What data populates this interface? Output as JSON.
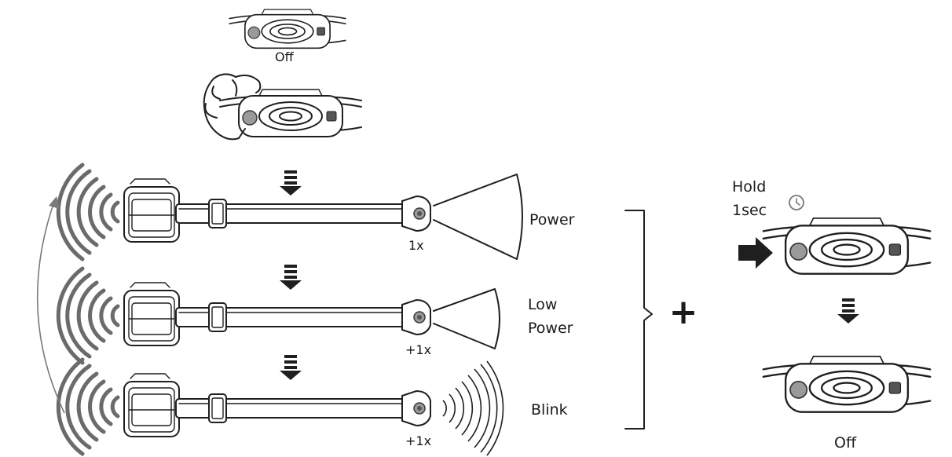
{
  "labels": {
    "off_top": "Off",
    "mode_power": "Power",
    "mode_low_line1": "Low",
    "mode_low_line2": "Power",
    "mode_blink": "Blink",
    "press_1x": "1x",
    "press_plus1x_a": "+1x",
    "press_plus1x_b": "+1x",
    "hold_line1": "Hold",
    "hold_line2": "1sec",
    "plus_sign": "+",
    "off_bottom": "Off"
  },
  "icons": {
    "clock": "clock-icon",
    "arrow_down": "striped-down-arrow-icon",
    "push_arrow": "push-arrow-icon",
    "cycle_arrow": "cycle-arrow-icon",
    "bracket": "bracket-icon",
    "signal": "signal-waves-icon",
    "beam": "light-beam-icon"
  },
  "colors": {
    "line": "#1f1f1f",
    "waves": "#6b6b6b",
    "button": "#9a9a9a",
    "background": "#ffffff"
  }
}
